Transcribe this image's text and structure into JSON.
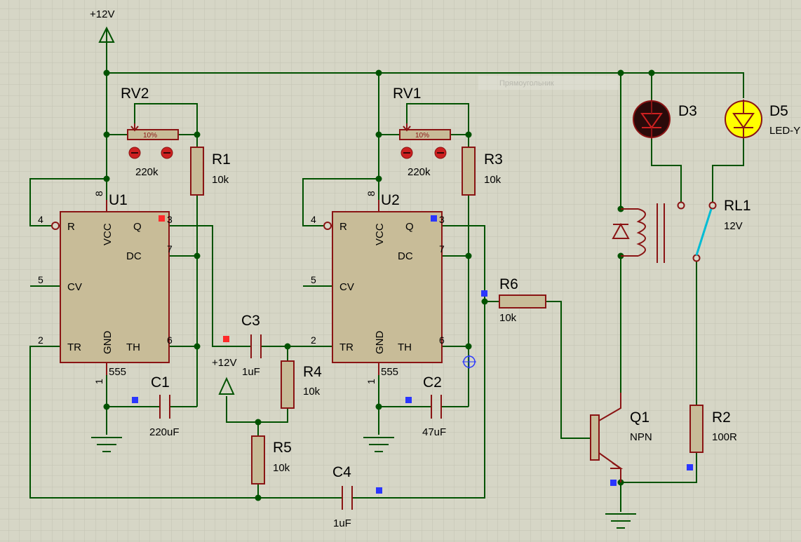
{
  "schematic": {
    "power_labels": [
      "+12V",
      "+12V"
    ],
    "ics": [
      {
        "ref": "U1",
        "type": "555",
        "pins": {
          "r": "R",
          "vcc": "VCC",
          "q": "Q",
          "dc": "DC",
          "cv": "CV",
          "tr": "TR",
          "gnd": "GND",
          "th": "TH"
        },
        "pin_numbers": {
          "r": "4",
          "vcc": "8",
          "q": "3",
          "dc": "7",
          "cv": "5",
          "tr": "2",
          "gnd": "1",
          "th": "6"
        }
      },
      {
        "ref": "U2",
        "type": "555",
        "pins": {
          "r": "R",
          "vcc": "VCC",
          "q": "Q",
          "dc": "DC",
          "cv": "CV",
          "tr": "TR",
          "gnd": "GND",
          "th": "TH"
        },
        "pin_numbers": {
          "r": "4",
          "vcc": "8",
          "q": "3",
          "dc": "7",
          "cv": "5",
          "tr": "2",
          "gnd": "1",
          "th": "6"
        }
      }
    ],
    "potentiometers": [
      {
        "ref": "RV2",
        "value": "220k",
        "setting": "10%"
      },
      {
        "ref": "RV1",
        "value": "220k",
        "setting": "10%"
      }
    ],
    "resistors": [
      {
        "ref": "R1",
        "value": "10k"
      },
      {
        "ref": "R3",
        "value": "10k"
      },
      {
        "ref": "R4",
        "value": "10k"
      },
      {
        "ref": "R5",
        "value": "10k"
      },
      {
        "ref": "R6",
        "value": "10k"
      },
      {
        "ref": "R2",
        "value": "100R"
      }
    ],
    "capacitors": [
      {
        "ref": "C1",
        "value": "220uF"
      },
      {
        "ref": "C2",
        "value": "47uF"
      },
      {
        "ref": "C3",
        "value": "1uF"
      },
      {
        "ref": "C4",
        "value": "1uF"
      }
    ],
    "leds": [
      {
        "ref": "D3",
        "value": ""
      },
      {
        "ref": "D5",
        "value": "LED-Y"
      }
    ],
    "relay": {
      "ref": "RL1",
      "value": "12V"
    },
    "transistor": {
      "ref": "Q1",
      "value": "NPN"
    },
    "ghost_label": "Прямоугольник",
    "colors": {
      "background": "#d6d6c6",
      "wire": "#005200",
      "component": "#8a1414",
      "component_fill": "#c8bc98",
      "led_off": "#2a0a0a",
      "led_on": "#ffff00",
      "relay_contact": "#00bcd4",
      "marker_blue": "#2a36ff",
      "marker_red": "#ff2a2a"
    }
  }
}
